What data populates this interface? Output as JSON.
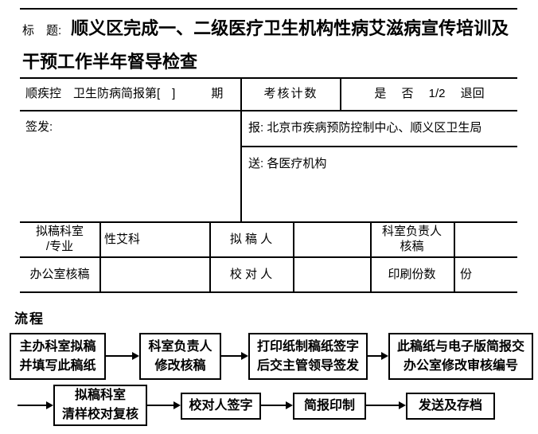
{
  "form": {
    "title_label": "标　题:",
    "title_text": "顺义区完成一、二级医疗卫生机构性病艾滋病宣传培训及\n干预工作半年督导检查",
    "issue_row": {
      "issue_no": "顺疾控　卫生防病简报第[　]　　　期",
      "assessment_label": "考核计数",
      "assessment_options": "是　 否　 1/2　 退回"
    },
    "sign_label": "签发:",
    "report_to": "报: 北京市疾病预防控制中心、顺义区卫生局",
    "send_to": "送: 各医疗机构",
    "table": {
      "draft_dept_label": "拟稿科室\n/专业",
      "draft_dept_value": "性艾科",
      "drafter_label": "拟 稿 人",
      "drafter_value": "",
      "dept_head_review_label": "科室负责人\n核稿",
      "dept_head_review_value": "",
      "office_review_label": "办公室核稿",
      "office_review_value": "",
      "proofreader_label": "校 对 人",
      "proofreader_value": "",
      "print_copies_label": "印刷份数",
      "print_copies_unit": "份"
    }
  },
  "flow": {
    "section_label": "流程",
    "row1": [
      {
        "label": "主办科室拟稿\n并填写此稿纸"
      },
      {
        "label": "科室负责人\n修改核稿"
      },
      {
        "label": "打印纸制稿纸签字\n后交主管领导签发"
      },
      {
        "label": "此稿纸与电子版简报交\n办公室修改审核编号"
      }
    ],
    "row2": [
      {
        "label": "拟稿科室\n清样校对复核"
      },
      {
        "label": "校对人签字"
      },
      {
        "label": "简报印制"
      },
      {
        "label": "发送及存档"
      }
    ]
  }
}
